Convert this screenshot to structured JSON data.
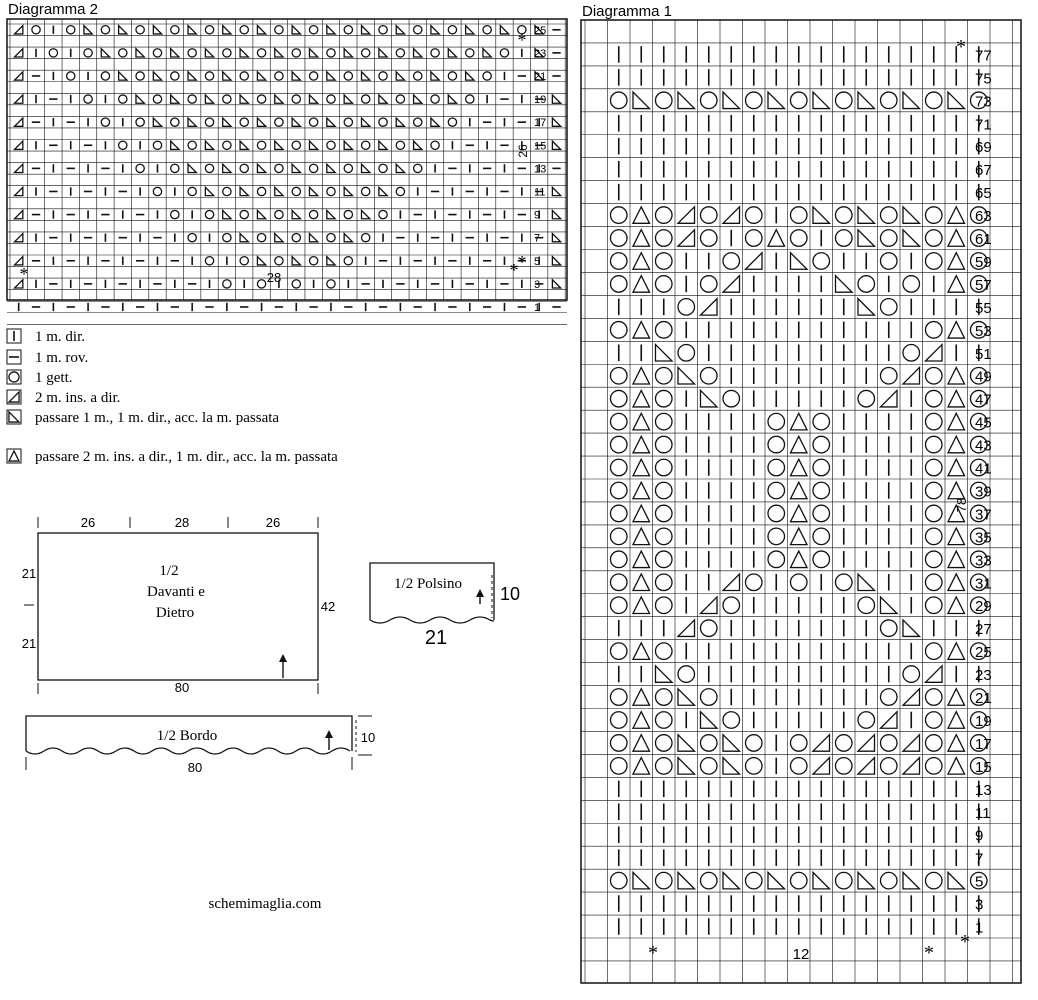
{
  "diagram2": {
    "title": "Diagramma 2",
    "stitch_count_label": "28",
    "side_count_label": "26",
    "row_numbers": [
      "25",
      "23",
      "21",
      "19",
      "17",
      "15",
      "13",
      "11",
      "9",
      "7",
      "5",
      "3",
      "1"
    ],
    "rows": [
      "TOIOYOYOYOYOYOYOYOYOYOYOYOYOYOY-",
      "TIOIOYOYOYOYOYOYOYOYOYOYOYOYOIY-",
      "T-IOIOYOYOYOYOYOYOYOYOYOYOYOI-Y-",
      "TI-IOIOYOYOYOYOYOYOYOYOYOYOI-I-Y-",
      "T-I-IOIOYOYOYOYOYOYOYOYOYOI-I-IY-",
      "TI-I-IOIOYOYOYOYOYOYOYOYOI-I-I-Y-",
      "T-I-I-IOIOYOYOYOYOYOYOYOI-I-I-I-Y",
      "TI-I-I-IOIOYOYOYOYOYOYOI-I-I-I-Y-",
      "T-I-I-I-IOIOYOYOYOYOYOI-I-I-I-IY-",
      "TI-I-I-I-IOIOYOYOYOYOI-I-I-I-I-Y-",
      "T-I-I-I-I-IOIOYOYOYOI-I-I-I-I-IY-",
      "TI-I-I-I-I-IOIOIOIOI-I-I-I-I-I-Y-",
      "I-I-I-I-I-I-I-I-I-I-I-I-I-I-I-I-"
    ]
  },
  "legend": [
    {
      "symbol": "I",
      "text": "1 m. dir."
    },
    {
      "symbol": "-",
      "text": "1 m. rov."
    },
    {
      "symbol": "O",
      "text": "1 gett."
    },
    {
      "symbol": "T",
      "text": "2 m. ins. a dir."
    },
    {
      "symbol": "Y",
      "text": "passare 1 m., 1 m. dir., acc. la m. passata"
    },
    {
      "symbol": "A",
      "text": "passare 2 m. ins. a dir., 1 m. dir., acc. la m. passata"
    }
  ],
  "schematic_body": {
    "top_dims": [
      "26",
      "28",
      "26"
    ],
    "left_dims": [
      "21",
      "21"
    ],
    "right_dim": "42",
    "bottom_dim": "80",
    "label_lines": [
      "1/2",
      "Davanti e",
      "Dietro"
    ]
  },
  "schematic_cuff": {
    "label": "1/2 Polsino",
    "height": "10",
    "width": "21"
  },
  "schematic_border": {
    "label": "1/2 Bordo",
    "height": "10",
    "width": "80"
  },
  "website": "schemimaglia.com",
  "diagram1": {
    "title": "Diagramma 1",
    "stitch_count_label": "12",
    "side_count_label": "78",
    "row_numbers": [
      "77",
      "75",
      "73",
      "71",
      "69",
      "67",
      "65",
      "63",
      "61",
      "59",
      "57",
      "55",
      "53",
      "51",
      "49",
      "47",
      "45",
      "43",
      "41",
      "39",
      "37",
      "35",
      "33",
      "31",
      "29",
      "27",
      "25",
      "23",
      "21",
      "19",
      "17",
      "15",
      "13",
      "11",
      "9",
      "7",
      "5",
      "3",
      "1"
    ],
    "rows": [
      "IIIIIIIIIIIIIIIII",
      "IIIIIIIIIIIIIIIII",
      "OYOYOYOYOYOYOYOYO",
      "IIIIIIIIIIIIIIIII",
      "IIIIIIIIIIIIIIIII",
      "IIIIIIIIIIIIIIIII",
      "IIIIIIIIIIIIIIIII",
      "OAOTOTOIOYOYOYOAO",
      "OAOTOIOAOIOYOYOAO",
      "OAOIIOTIYOIIOIOAO",
      "OAOIOTIIIIYOIOIAO",
      "IIIOTIIIIIIYOIIII",
      "OAOIIIIIIIIIIIOAO",
      "IIYOIIIIIIIIIOTII",
      "OAOYOIIIIIIIOTOAO",
      "OAOIYOIIIIIOTIOAO",
      "OAOIIIIOAOIIIIOAO",
      "OAOIIIIOAOIIIIOAO",
      "OAOIIIIOAOIIIIOAO",
      "OAOIIIIOAOIIIIOAO",
      "OAOIIIIOAOIIIIOAO",
      "OAOIIIIOAOIIIIOAO",
      "OAOIIIIOAOIIIIOAO",
      "OAOIITOIOIOYIIOAO",
      "OAOITOIIIIIOYIOAO",
      "IIITOIIIIIIIOYIII",
      "OAOIIIIIIIIIIIOAO",
      "IIYOIIIIIIIIIOTII",
      "OAOYOIIIIIIIOTOAO",
      "OAOIYOIIIIIOTIOAO",
      "OAOYOYOIOTOTOTOAO",
      "OAOYOYOIOTOTOTOAO",
      "IIIIIIIIIIIIIIIII",
      "IIIIIIIIIIIIIIIII",
      "IIIIIIIIIIIIIIIII",
      "IIIIIIIIIIIIIIIII",
      "OYOYOYOYOYOYOYOYO",
      "IIIIIIIIIIIIIIIII",
      "IIIIIIIIIIIIIIIII"
    ]
  }
}
